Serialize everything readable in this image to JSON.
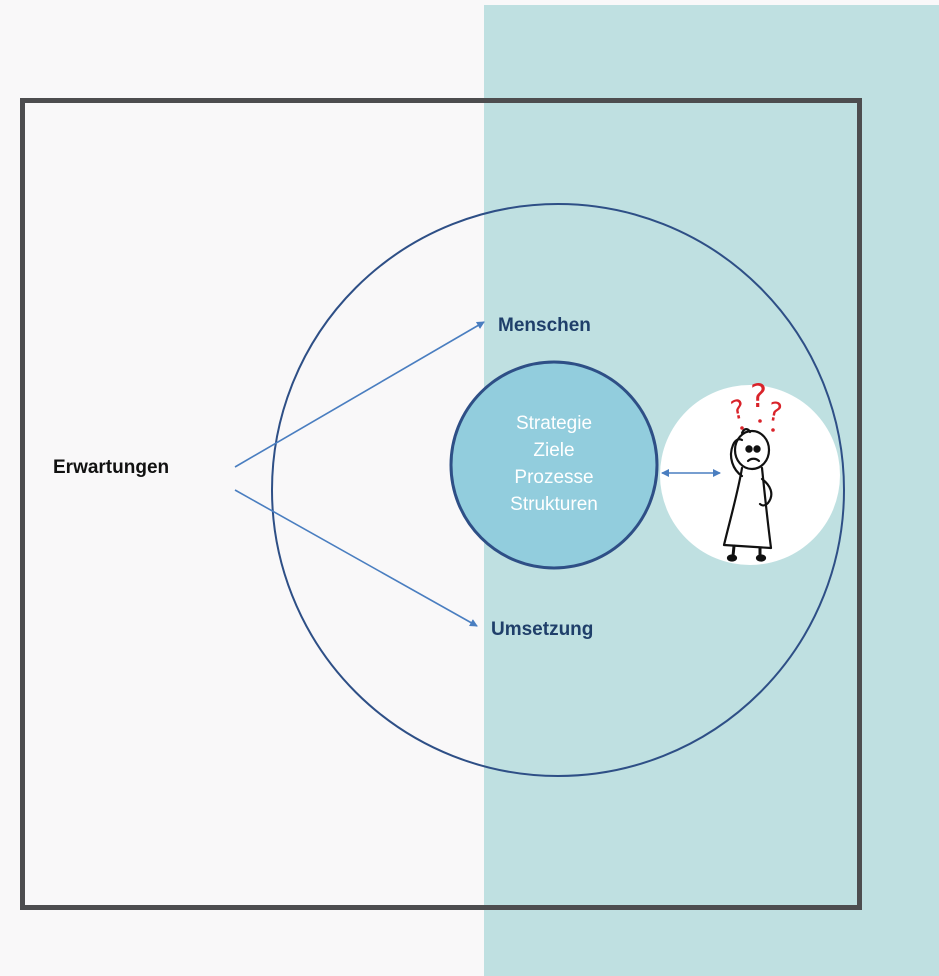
{
  "labels": {
    "expectations": "Erwartungen",
    "people": "Menschen",
    "implementation": "Umsetzung"
  },
  "core": {
    "lines": [
      "Strategie",
      "Ziele",
      "Prozesse",
      "Strukturen"
    ]
  },
  "figure": {
    "question_marks": [
      "?",
      "?",
      "?"
    ]
  },
  "colors": {
    "page_background": "#f9f8f9",
    "teal_panel": "#bfe0e1",
    "frame_border": "#4d4d4f",
    "outer_circle": "#2e4f86",
    "core_fill": "#92cddd",
    "core_stroke": "#2e4f86",
    "arrows": "#4a7ec0",
    "label_blue": "#1f3f6a",
    "question_marks": "#d9232a"
  }
}
